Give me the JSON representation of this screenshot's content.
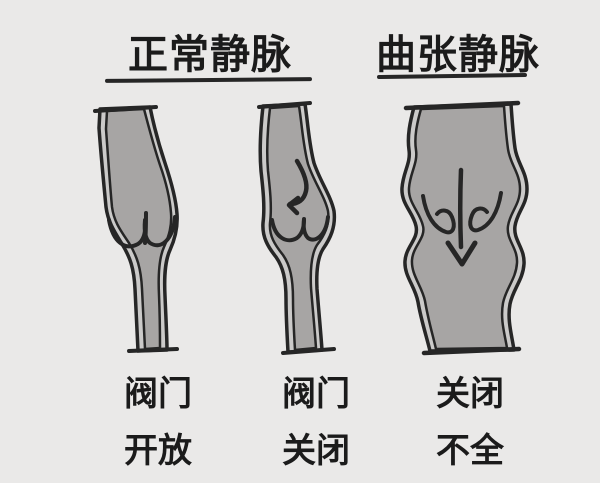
{
  "diagram": {
    "section_titles": [
      {
        "id": "normal",
        "text": "正常静脉"
      },
      {
        "id": "varicose",
        "text": "曲张静脉"
      }
    ],
    "veins": [
      {
        "id": "normal-open-valve",
        "caption_line1": "阀门",
        "caption_line2": "开放"
      },
      {
        "id": "normal-closed-valve",
        "caption_line1": "阀门",
        "caption_line2": "关闭"
      },
      {
        "id": "varicose-incompetent-valve",
        "caption_line1": "关闭",
        "caption_line2": "不全"
      }
    ],
    "colors": {
      "background": "#EAE9E8",
      "vein_wall": "#CBCAC9",
      "vein_lumen": "#A7A5A4",
      "outline": "#262626",
      "text": "#1B1B1B"
    }
  }
}
